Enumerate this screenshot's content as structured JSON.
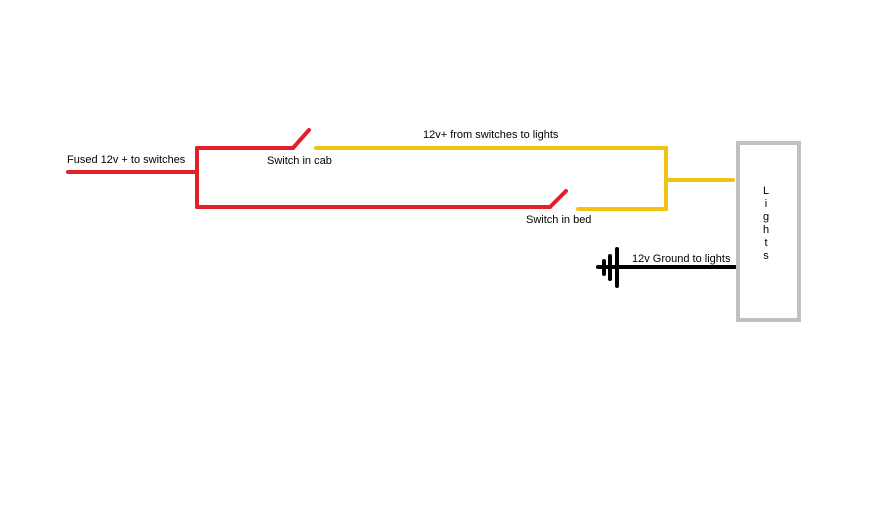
{
  "labels": {
    "fused_input": "Fused 12v + to switches",
    "switch_cab": "Switch in cab",
    "switched_feed": "12v+ from switches to lights",
    "switch_bed": "Switch in bed",
    "ground": "12v Ground to lights"
  },
  "lights_box": {
    "letters": [
      "L",
      "i",
      "g",
      "h",
      "t",
      "s"
    ]
  },
  "colors": {
    "red_wire": "#e3202a",
    "yellow_wire": "#f2c313",
    "ground_wire": "#000000",
    "lights_box_border": "#c0c0c0"
  },
  "icons": {
    "ground": "ground-symbol-icon"
  }
}
